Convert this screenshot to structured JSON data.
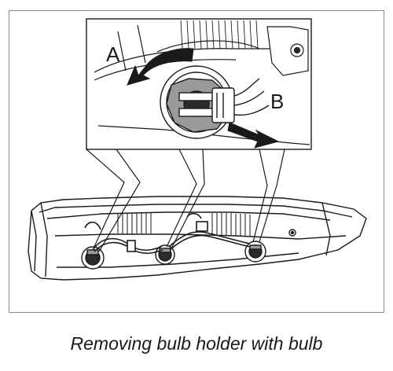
{
  "diagram": {
    "labels": {
      "a": "A",
      "b": "B"
    }
  },
  "caption": "Removing bulb holder with bulb",
  "colors": {
    "line": "#1a1a1a",
    "frame": "#8c8c8c",
    "fill_dark": "#2b2b2b",
    "fill_mid": "#9a9a9a"
  }
}
